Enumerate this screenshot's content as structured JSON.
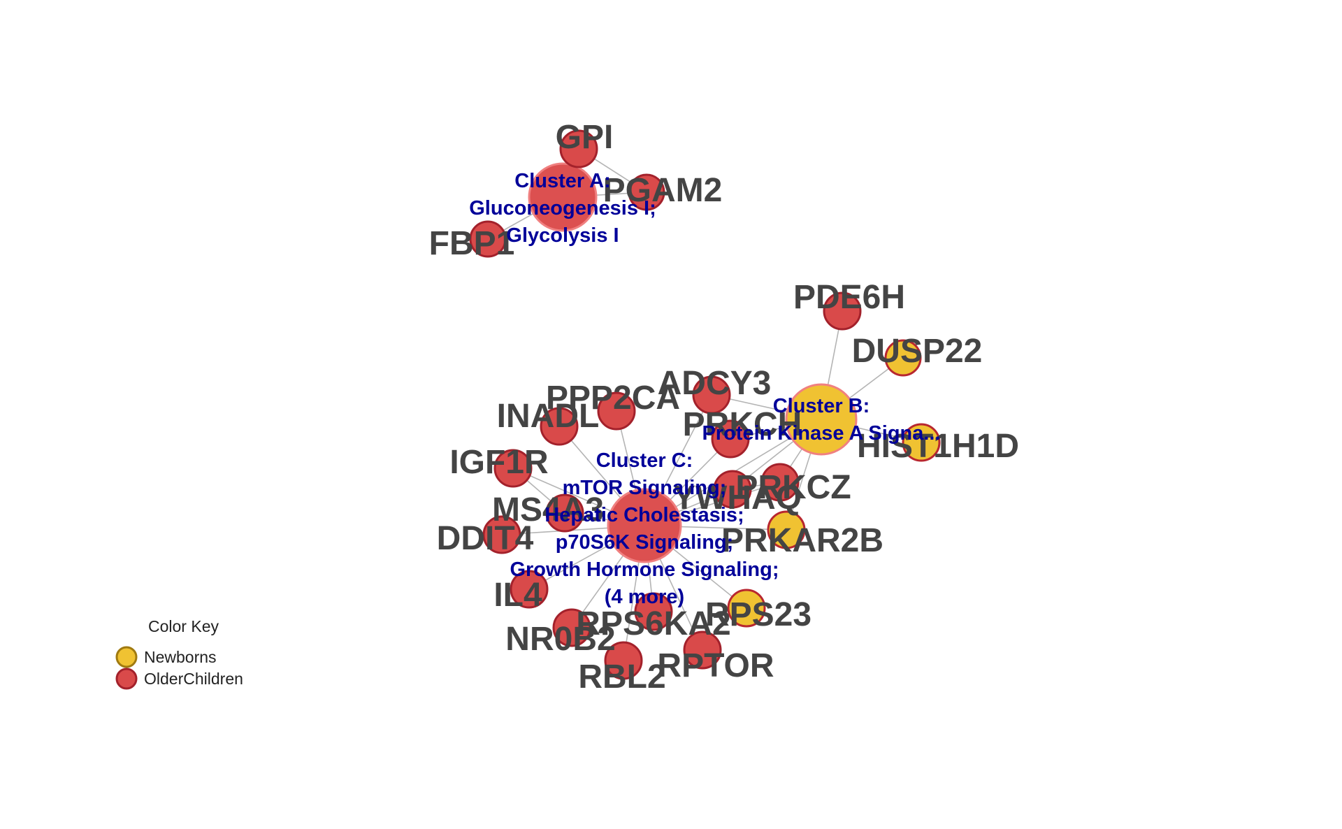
{
  "colors": {
    "Newborns": {
      "fill": "#f0c232",
      "stroke": "#b8272f"
    },
    "OlderChildren": {
      "fill": "#d94a4a",
      "stroke": "#a3212b"
    },
    "cluster_fill_newborns": "#f0c232",
    "cluster_fill_older": "#dc5050",
    "cluster_stroke": "#f08080",
    "edge": "#b4b4b4",
    "node_label": "#444444",
    "cluster_label": "#000099"
  },
  "clusters": [
    {
      "id": "A",
      "group": "OlderChildren",
      "lines": [
        "Cluster A:",
        "Gluconeogenesis I;",
        "Glycolysis I"
      ]
    },
    {
      "id": "B",
      "group": "Newborns",
      "lines": [
        "Cluster B:",
        "Protein Kinase A Signa..."
      ]
    },
    {
      "id": "C",
      "group": "OlderChildren",
      "lines": [
        "Cluster C:",
        "mTOR Signaling;",
        "Hepatic Cholestasis;",
        "p70S6K Signaling;",
        "Growth Hormone Signaling;",
        "(4 more)"
      ]
    }
  ],
  "nodes": [
    {
      "id": "GPI",
      "label": "GPI",
      "group": "OlderChildren"
    },
    {
      "id": "PGAM2",
      "label": "PGAM2",
      "group": "OlderChildren"
    },
    {
      "id": "FBP1",
      "label": "FBP1",
      "group": "OlderChildren"
    },
    {
      "id": "PDE6H",
      "label": "PDE6H",
      "group": "OlderChildren"
    },
    {
      "id": "DUSP22",
      "label": "DUSP22",
      "group": "Newborns"
    },
    {
      "id": "HIST1H1D",
      "label": "HIST1H1D",
      "group": "Newborns"
    },
    {
      "id": "ADCY3",
      "label": "ADCY3",
      "group": "OlderChildren"
    },
    {
      "id": "PPP2CA",
      "label": "PPP2CA",
      "group": "OlderChildren"
    },
    {
      "id": "PRKCH",
      "label": "PRKCH",
      "group": "OlderChildren"
    },
    {
      "id": "INADL",
      "label": "INADL",
      "group": "OlderChildren"
    },
    {
      "id": "IGF1R",
      "label": "IGF1R",
      "group": "OlderChildren"
    },
    {
      "id": "PRKCZ",
      "label": "PRKCZ",
      "group": "OlderChildren"
    },
    {
      "id": "YWHAQ",
      "label": "YWHAQ",
      "group": "OlderChildren"
    },
    {
      "id": "MS4A3",
      "label": "MS4A3",
      "group": "OlderChildren"
    },
    {
      "id": "DDIT4",
      "label": "DDIT4",
      "group": "OlderChildren"
    },
    {
      "id": "PRKAR2B",
      "label": "PRKAR2B",
      "group": "Newborns"
    },
    {
      "id": "IL4",
      "label": "IL4",
      "group": "OlderChildren"
    },
    {
      "id": "RPS23",
      "label": "RPS23",
      "group": "Newborns"
    },
    {
      "id": "RPS6KA2",
      "label": "RPS6KA2",
      "group": "OlderChildren"
    },
    {
      "id": "NR0B2",
      "label": "NR0B2",
      "group": "OlderChildren"
    },
    {
      "id": "RPTOR",
      "label": "RPTOR",
      "group": "OlderChildren"
    },
    {
      "id": "RBL2",
      "label": "RBL2",
      "group": "OlderChildren"
    }
  ],
  "edges": [
    [
      "GPI",
      "A"
    ],
    [
      "PGAM2",
      "A"
    ],
    [
      "FBP1",
      "A"
    ],
    [
      "GPI",
      "PGAM2"
    ],
    [
      "PDE6H",
      "B"
    ],
    [
      "DUSP22",
      "B"
    ],
    [
      "HIST1H1D",
      "B"
    ],
    [
      "PRKCH",
      "B"
    ],
    [
      "PRKCZ",
      "B"
    ],
    [
      "YWHAQ",
      "B"
    ],
    [
      "PRKAR2B",
      "B"
    ],
    [
      "ADCY3",
      "B"
    ],
    [
      "C",
      "B"
    ],
    [
      "INADL",
      "C"
    ],
    [
      "PPP2CA",
      "C"
    ],
    [
      "ADCY3",
      "C"
    ],
    [
      "PRKCH",
      "C"
    ],
    [
      "IGF1R",
      "C"
    ],
    [
      "PRKCZ",
      "C"
    ],
    [
      "YWHAQ",
      "C"
    ],
    [
      "MS4A3",
      "C"
    ],
    [
      "DDIT4",
      "C"
    ],
    [
      "PRKAR2B",
      "C"
    ],
    [
      "IL4",
      "C"
    ],
    [
      "RPS23",
      "C"
    ],
    [
      "RPS6KA2",
      "C"
    ],
    [
      "NR0B2",
      "C"
    ],
    [
      "RPTOR",
      "C"
    ],
    [
      "RBL2",
      "C"
    ],
    [
      "IGF1R",
      "MS4A3"
    ],
    [
      "YWHAQ",
      "PRKCZ"
    ]
  ],
  "color_key": {
    "title": "Color Key",
    "items": [
      {
        "label": "Newborns",
        "group": "Newborns"
      },
      {
        "label": "OlderChildren",
        "group": "OlderChildren"
      }
    ]
  }
}
